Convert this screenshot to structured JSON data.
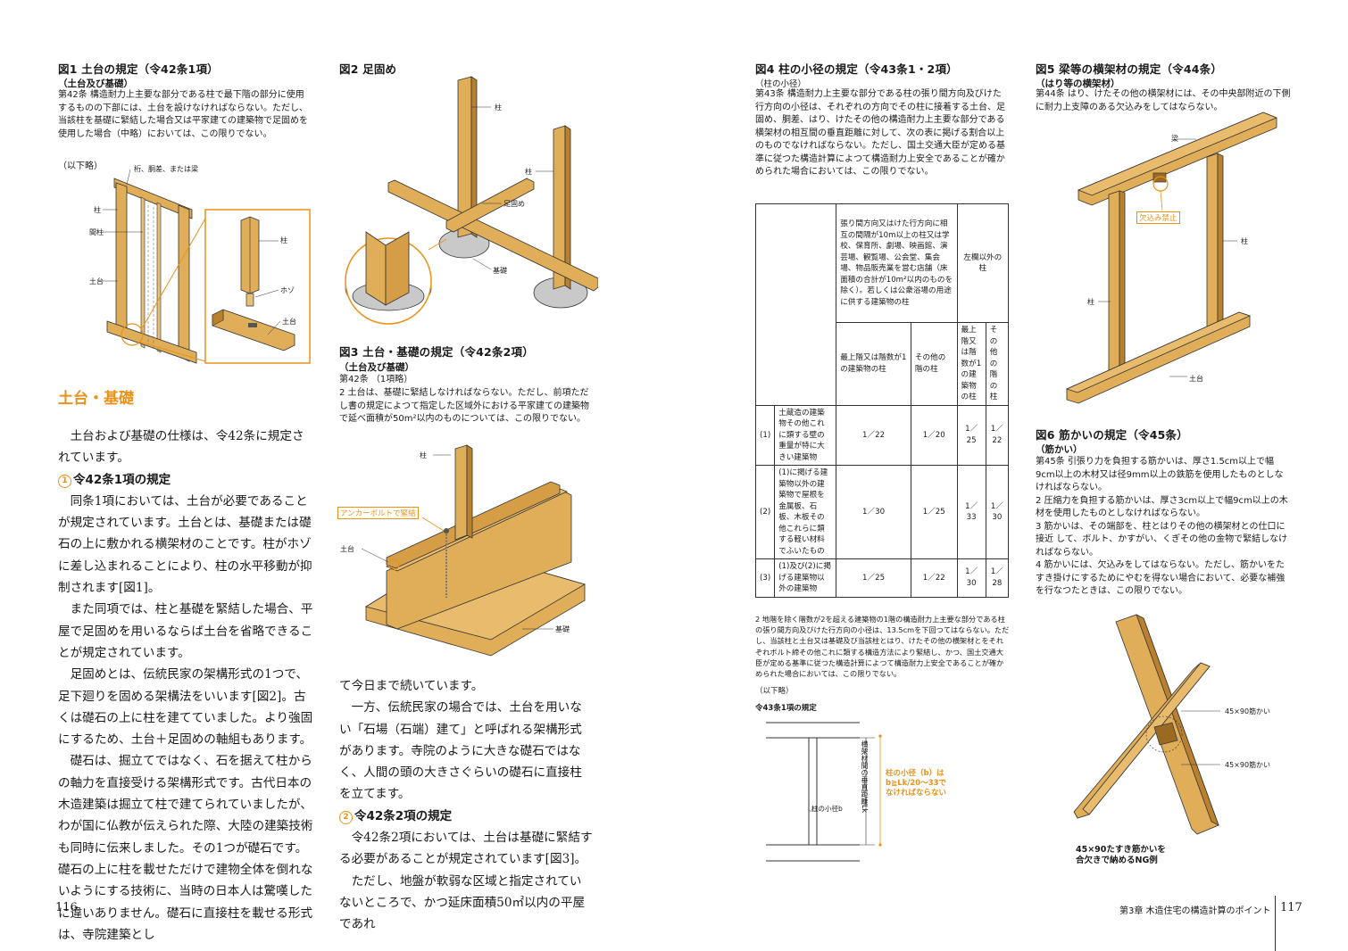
{
  "left_page": {
    "fig1": {
      "title": "図1 土台の規定（令42条1項）",
      "subtitle": "（土台及び基礎）",
      "text": "第42条 構造耐力上主要な部分である柱で最下階の部分に使用するものの下部には、土台を設けなければならない。ただし、当該柱を基礎に緊結した場合又は平家建ての建築物で足固めを使用した場合（中略）においては、この限りでない。",
      "note": "（以下略）",
      "labels": {
        "beam": "桁、胴差、または梁",
        "column": "柱",
        "stud": "間柱",
        "sill": "土台",
        "detail_column": "柱",
        "tenon": "ホゾ",
        "detail_sill": "土台"
      }
    },
    "fig2": {
      "title": "図2 足固め",
      "labels": {
        "column1": "柱",
        "column2": "柱",
        "ashigatame": "足固め",
        "foundation": "基礎"
      }
    },
    "fig3": {
      "title": "図3 土台・基礎の規定（令42条2項）",
      "subtitle": "（土台及び基礎）",
      "line1": "第42条 （1項略）",
      "text": "2 土台は、基礎に緊結しなければならない。ただし、前項ただし書の規定によつて指定した区域外における平家建ての建築物で延べ面積が50m²以内のものについては、この限りでない。",
      "labels": {
        "column": "柱",
        "anchor": "アンカーボルトで緊結",
        "sill": "土台",
        "foundation": "基礎"
      }
    },
    "section_heading": "土台・基礎",
    "col1_para1": "土台および基礎の仕様は、令42条に規定されています。",
    "sub1_num": "1",
    "sub1_text": "令42条1項の規定",
    "col1_para2": "同条1項においては、土台が必要であることが規定されています。土台とは、基礎または礎石の上に敷かれる横架材のことです。柱がホゾに差し込まれることにより、柱の水平移動が抑制されます[図1]。",
    "col1_para3": "また同項では、柱と基礎を緊結した場合、平屋で足固めを用いるならば土台を省略できることが規定されています。",
    "col1_para4": "足固めとは、伝統民家の架構形式の1つで、足下廻りを固める架構法をいいます[図2]。古くは礎石の上に柱を建てていました。より強固にするため、土台＋足固めの軸組もあります。",
    "col1_para5": "礎石は、掘立てではなく、石を据えて柱からの軸力を直接受ける架構形式です。古代日本の木造建築は掘立て柱で建てられていましたが、わが国に仏教が伝えられた際、大陸の建築技術も同時に伝来しました。その1つが礎石です。礎石の上に柱を載せただけで建物全体を倒れないようにする技術に、当時の日本人は驚嘆したに違いありません。礎石に直接柱を載せる形式は、寺院建築とし",
    "col2_para1": "て今日まで続いています。",
    "col2_para2": "一方、伝統民家の場合では、土台を用いない「石場（石端）建て」と呼ばれる架構形式があります。寺院のように大きな礎石ではなく、人間の頭の大きさぐらいの礎石に直接柱を立てます。",
    "sub2_num": "2",
    "sub2_text": "令42条2項の規定",
    "col2_para3": "令42条2項においては、土台は基礎に緊結する必要があることが規定されています[図3]。",
    "col2_para4": "ただし、地盤が軟弱な区域と指定されていないところで、かつ延床面積50㎡以内の平屋であれ",
    "page_number": "116"
  },
  "right_page": {
    "fig4": {
      "title": "図4 柱の小径の規定（令43条1・2項）",
      "subtitle": "（柱の小径）",
      "text": "第43条 構造耐力上主要な部分である柱の張り間方向及びけた行方向の小径は、それぞれの方向でその柱に接着する土台、足固め、胴差、はり、けたその他の構造耐力上主要な部分である横架材の相互間の垂直距離に対して、次の表に掲げる割合以上のものでなければならない。ただし、国土交通大臣が定める基準に従つた構造計算によつて構造耐力上安全であることが確かめられた場合においては、この限りでない。",
      "table": {
        "head_col1": "張り間方向又はけた行方向に相互の間隔が10m以上の柱又は学校、保育所、劇場、映画館、演芸場、観覧場、公会堂、集会場、物品販売業を営む店舗（床面積の合計が10m²以内のものを除く）。若しくは公衆浴場の用途に供する建築物の柱",
        "head_col2": "左欄以外の柱",
        "sub_a": "最上階又は階数が1の建築物の柱",
        "sub_b": "その他の階の柱",
        "sub_c": "最上階又は階数が1の建築物の柱",
        "sub_d": "その他の階の柱",
        "rows": [
          {
            "num": "(1)",
            "desc": "土蔵造の建築物その他これに類する壁の重量が特に大きい建築物",
            "v": [
              "1／22",
              "1／20",
              "1／25",
              "1／22"
            ]
          },
          {
            "num": "(2)",
            "desc": "(1)に掲げる建築物以外の建築物で屋根を金属板、石板、木板その他これらに類する軽い材料でふいたもの",
            "v": [
              "1／30",
              "1／25",
              "1／33",
              "1／30"
            ]
          },
          {
            "num": "(3)",
            "desc": "(1)及び(2)に掲げる建築物以外の建築物",
            "v": [
              "1／25",
              "1／22",
              "1／30",
              "1／28"
            ]
          }
        ]
      },
      "note2": "2 地階を除く階数が2を超える建築物の1階の構造耐力上主要な部分である柱の張り間方向及びけた行方向の小径は、13.5cmを下回つてはならない。ただし、当該柱と土台又は基礎及び当該柱とはり、けたその他の横架材とをそれぞれボルト締その他これに類する構造方法により緊結し、かつ、国土交通大臣が定める基準に従つた構造計算によつて構造耐力上安全であることが確かめられた場合においては、この限りでない。",
      "note_more": "（以下略）",
      "diagram_title": "令43条1項の規定",
      "diagram_labels": {
        "column_size": "柱の小径b",
        "vertical": "横架材間の垂直距離Lk",
        "callout": "柱の小径（b）はb≧Lk/20〜33でなければならない"
      }
    },
    "fig5": {
      "title": "図5 梁等の横架材の規定（令44条）",
      "subtitle": "（はり等の横架材）",
      "text": "第44条 はり、けたその他の横架材には、その中央部附近の下側に耐力上支障のある欠込みをしてはならない。",
      "labels": {
        "beam": "梁",
        "notch": "欠込み禁止",
        "column_r": "柱",
        "column_l": "柱",
        "sill": "土台"
      }
    },
    "fig6": {
      "title": "図6 筋かいの規定（令45条）",
      "subtitle": "（筋かい）",
      "item1": "第45条 引張り力を負担する筋かいは、厚さ1.5cm以上で幅9cm以上の木材又は径9mm以上の鉄筋を使用したものとしなければならない。",
      "item2": "2 圧縮力を負担する筋かいは、厚さ3cm以上で幅9cm以上の木材を使用したものとしなければならない。",
      "item3": "3 筋かいは、その端部を、柱とはりその他の横架材との仕口に接近 して、ボルト、かすがい、くぎその他の金物で緊結しなければならない。",
      "item4": "4 筋かいには、欠込みをしてはならない。ただし、筋かいをたすき掛けにするためにやむを得ない場合において、必要な補強を行なつたときは、この限りでない。",
      "labels": {
        "brace1": "45×90筋かい",
        "brace2": "45×90筋かい"
      },
      "caption_line1": "45×90たすき筋かいを",
      "caption_line2": "合欠きで納めるNG例"
    },
    "chapter": "第3章 木造住宅の構造計算のポイント",
    "page_number": "117"
  },
  "colors": {
    "accent": "#e8921a",
    "wood": "#e0ad58",
    "wood_dark": "#b9802e",
    "concrete": "#c9c9c9"
  }
}
